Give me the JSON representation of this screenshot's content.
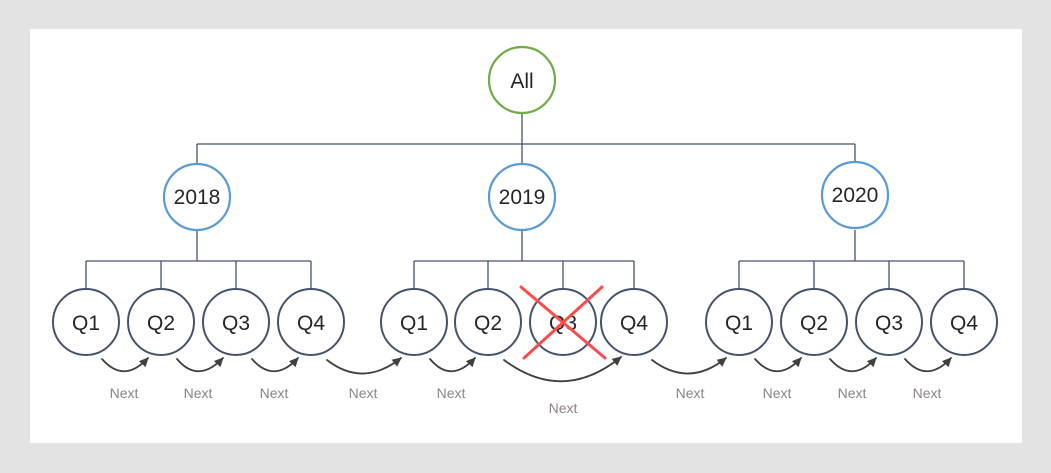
{
  "tree": {
    "root": {
      "label": "All"
    },
    "years": [
      {
        "label": "2018",
        "quarters": [
          {
            "label": "Q1"
          },
          {
            "label": "Q2"
          },
          {
            "label": "Q3"
          },
          {
            "label": "Q4"
          }
        ]
      },
      {
        "label": "2019",
        "quarters": [
          {
            "label": "Q1"
          },
          {
            "label": "Q2"
          },
          {
            "label": "Q3",
            "crossed_out": true
          },
          {
            "label": "Q4"
          }
        ]
      },
      {
        "label": "2020",
        "quarters": [
          {
            "label": "Q1"
          },
          {
            "label": "Q2"
          },
          {
            "label": "Q3"
          },
          {
            "label": "Q4"
          }
        ]
      }
    ]
  },
  "flow": {
    "connections": [
      {
        "from": "2018 Q1",
        "to": "2018 Q2",
        "label": "Next"
      },
      {
        "from": "2018 Q2",
        "to": "2018 Q3",
        "label": "Next"
      },
      {
        "from": "2018 Q3",
        "to": "2018 Q4",
        "label": "Next"
      },
      {
        "from": "2018 Q4",
        "to": "2019 Q1",
        "label": "Next"
      },
      {
        "from": "2019 Q1",
        "to": "2019 Q2",
        "label": "Next"
      },
      {
        "from": "2019 Q2",
        "to": "2019 Q4",
        "label": "Next",
        "skips": "2019 Q3"
      },
      {
        "from": "2019 Q4",
        "to": "2020 Q1",
        "label": "Next"
      },
      {
        "from": "2020 Q1",
        "to": "2020 Q2",
        "label": "Next"
      },
      {
        "from": "2020 Q2",
        "to": "2020 Q3",
        "label": "Next"
      },
      {
        "from": "2020 Q3",
        "to": "2020 Q4",
        "label": "Next"
      }
    ]
  },
  "annotations": {
    "crossed_out_node": "2019 Q3"
  },
  "colors": {
    "page_background": "#e3e3e3",
    "slide_background": "#ffffff",
    "root_node_stroke": "#70ad47",
    "year_node_stroke": "#5b9bd5",
    "quarter_node_stroke": "#44546a",
    "connector_line": "#44546a",
    "flow_arrow": "#404040",
    "next_label_text": "#8d8287",
    "cross_out_mark": "#fb4b4b",
    "node_label_text": "#262626"
  }
}
